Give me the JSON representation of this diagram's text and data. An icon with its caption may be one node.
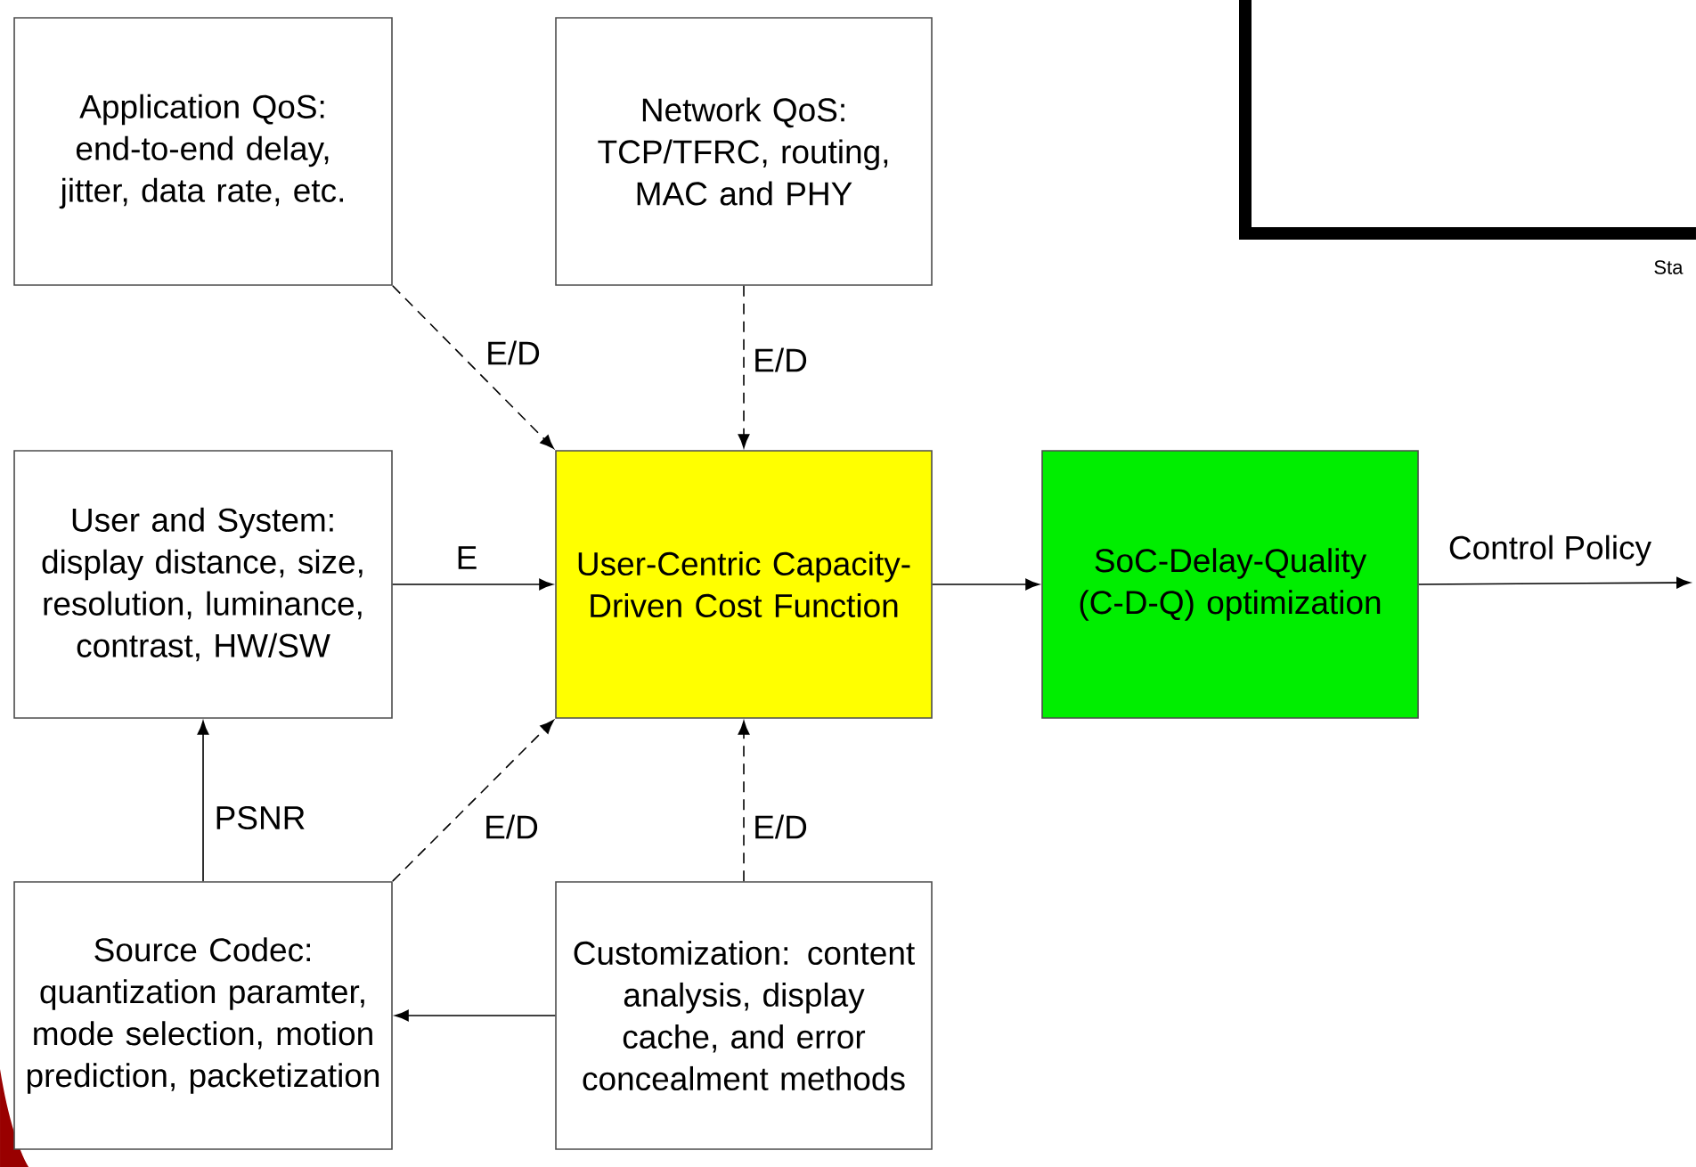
{
  "diagram": {
    "nodes": [
      {
        "text": [
          "Application QoS: end-to-end delay, jitter, data rate, etc."
        ]
      },
      {
        "text": [
          "Network QoS: TCP/TFRC, routing, MAC and PHY"
        ]
      },
      {
        "text": [
          "User and System: display distance, size, resolution, luminance, contrast, HW/SW"
        ]
      },
      {
        "text": [
          "User-Centric Capacity-Driven Cost Function"
        ]
      },
      {
        "text": [
          "SoC-Delay-Quality (C-D-Q) optimization"
        ]
      },
      {
        "text": [
          "Source Codec: quantization paramter, mode selection, motion prediction, packetization"
        ]
      },
      {
        "text": [
          "Customization: content analysis, display cache, and error concealment methods"
        ]
      }
    ],
    "edges": [
      {
        "from": 0,
        "to": 3,
        "arrow": "to",
        "style": "dashed",
        "label": "E/D"
      },
      {
        "from": 1,
        "to": 3,
        "arrow": "to",
        "style": "dashed",
        "label": "E/D"
      },
      {
        "from": 2,
        "to": 3,
        "arrow": "to",
        "label": "E"
      },
      {
        "from": 5,
        "to": 3,
        "arrow": "to",
        "style": "dashed",
        "label": "E/D"
      },
      {
        "from": 6,
        "to": 3,
        "arrow": "to",
        "style": "dashed",
        "label": "E/D"
      },
      {
        "from": 5,
        "to": 2,
        "arrow": "to",
        "label": "PSNR"
      },
      {
        "from": 6,
        "to": 5,
        "arrow": "to"
      },
      {
        "from": 3,
        "to": 4,
        "arrow": "to"
      },
      {
        "from": 4,
        "to": null,
        "arrow": "to",
        "label": "Control Policy"
      }
    ],
    "labels": [
      "Sta"
    ]
  }
}
